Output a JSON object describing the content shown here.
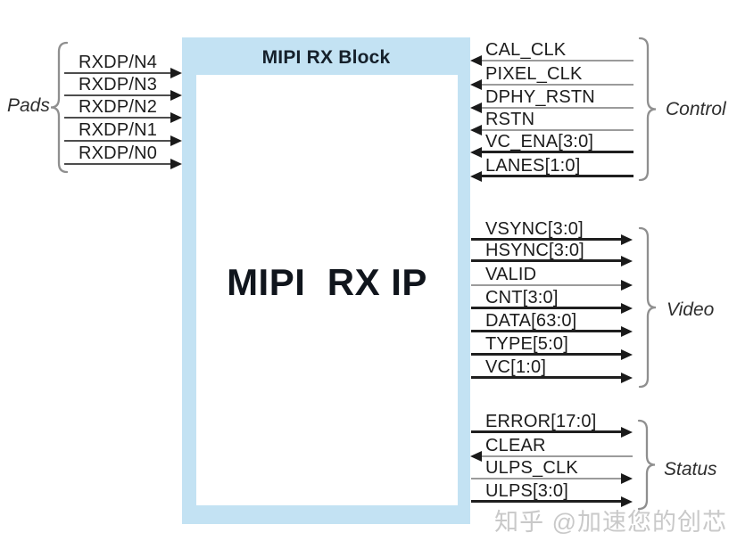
{
  "diagram": {
    "block": {
      "title": "MIPI RX Block",
      "ip_label": "MIPI  RX IP"
    },
    "groups": [
      {
        "id": "pads",
        "label": "Pads",
        "side": "left",
        "signals": [
          {
            "name": "RXDP/N4",
            "direction": "in",
            "wire": "pad"
          },
          {
            "name": "RXDP/N3",
            "direction": "in",
            "wire": "pad"
          },
          {
            "name": "RXDP/N2",
            "direction": "in",
            "wire": "pad"
          },
          {
            "name": "RXDP/N1",
            "direction": "in",
            "wire": "pad"
          },
          {
            "name": "RXDP/N0",
            "direction": "in",
            "wire": "pad"
          }
        ]
      },
      {
        "id": "control",
        "label": "Control",
        "side": "right",
        "signals": [
          {
            "name": "CAL_CLK",
            "direction": "in",
            "wire": "single"
          },
          {
            "name": "PIXEL_CLK",
            "direction": "in",
            "wire": "single"
          },
          {
            "name": "DPHY_RSTN",
            "direction": "in",
            "wire": "single"
          },
          {
            "name": "RSTN",
            "direction": "in",
            "wire": "single"
          },
          {
            "name": "VC_ENA[3:0]",
            "direction": "in",
            "wire": "bus"
          },
          {
            "name": "LANES[1:0]",
            "direction": "in",
            "wire": "bus"
          }
        ]
      },
      {
        "id": "video",
        "label": "Video",
        "side": "right",
        "signals": [
          {
            "name": "VSYNC[3:0]",
            "direction": "out",
            "wire": "bus"
          },
          {
            "name": "HSYNC[3:0]",
            "direction": "out",
            "wire": "bus"
          },
          {
            "name": "VALID",
            "direction": "out",
            "wire": "single"
          },
          {
            "name": "CNT[3:0]",
            "direction": "out",
            "wire": "bus"
          },
          {
            "name": "DATA[63:0]",
            "direction": "out",
            "wire": "bus"
          },
          {
            "name": "TYPE[5:0]",
            "direction": "out",
            "wire": "bus"
          },
          {
            "name": "VC[1:0]",
            "direction": "out",
            "wire": "bus"
          }
        ]
      },
      {
        "id": "status",
        "label": "Status",
        "side": "right",
        "signals": [
          {
            "name": "ERROR[17:0]",
            "direction": "out",
            "wire": "bus"
          },
          {
            "name": "CLEAR",
            "direction": "in",
            "wire": "single"
          },
          {
            "name": "ULPS_CLK",
            "direction": "out",
            "wire": "single"
          },
          {
            "name": "ULPS[3:0]",
            "direction": "out",
            "wire": "bus"
          }
        ]
      }
    ],
    "watermark": "知乎 @加速您的创芯"
  },
  "colors": {
    "block_fill": "#C3E2F3",
    "inner_fill": "#FFFFFF",
    "bus_line": "#1F1F1F",
    "single_line": "#9B9B9B",
    "pad_line": "#4D4D4D",
    "arrow": "#1A1A1A",
    "brace": "#8F8F8F",
    "text": "#1C1C1C",
    "watermark": "#C9C9C9"
  }
}
